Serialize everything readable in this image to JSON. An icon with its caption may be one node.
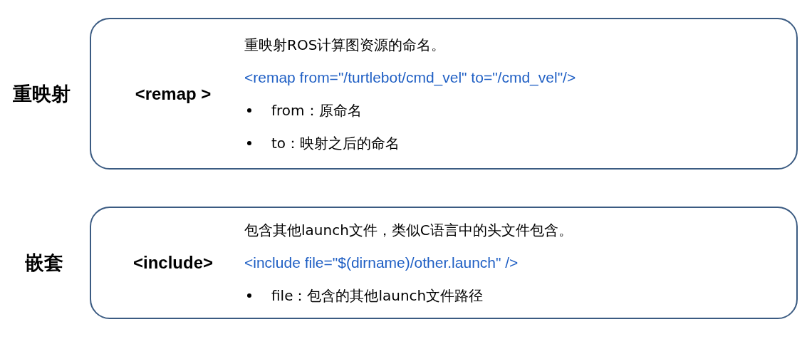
{
  "diagram": {
    "nodes": [
      {
        "text": [
          "<remap >",
          "重映射ROS计算图资源的命名。",
          "<remap from=\"/turtlebot/cmd_vel\" to=\"/cmd_vel\"/>",
          "from：原命名",
          "to：映射之后的命名"
        ],
        "beside": [
          "重映射"
        ]
      },
      {
        "text": [
          "<include>",
          "包含其他launch文件，类似C语言中的头文件包含。",
          "<include file=\"$(dirname)/other.launch\" />",
          "file：包含的其他launch文件路径"
        ],
        "beside": [
          "嵌套"
        ]
      }
    ],
    "edges": []
  }
}
